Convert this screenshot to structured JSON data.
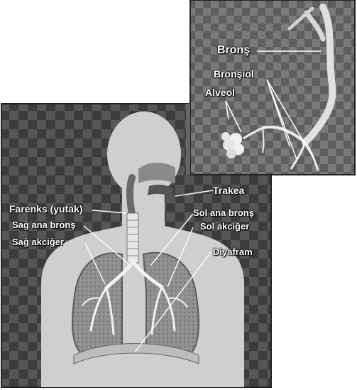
{
  "labels": {
    "bronş": "Bronş",
    "bronşiol": "Bronşiol",
    "alveol": "Alveol",
    "trakea": "Trakea",
    "farenks": "Farenks (yutak)",
    "sag_ana_bronş": "Sağ ana bronş",
    "sag_akciger": "Sağ akciğer",
    "sol_ana_bronş": "Sol ana bronş",
    "sol_akciger": "Sol akciğer",
    "diyafram": "Diyafram"
  },
  "colors": {
    "panel_dark": "#4a4a4a",
    "panel_light": "#8c8c8c",
    "body": "#cfcfcf",
    "lung": "#9a9a9a",
    "airway": "#e8e8e8",
    "label": "#ffffff"
  }
}
